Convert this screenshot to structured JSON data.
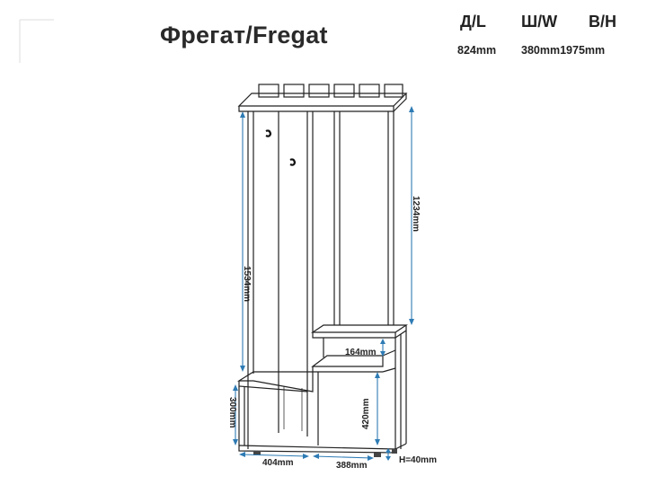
{
  "title": "Фрегат/Fregat",
  "dimensions": {
    "length_label": "Д/L",
    "width_label": "Ш/W",
    "height_label": "В/Н",
    "length_value": "824mm",
    "width_height_value": "380mm1975mm"
  },
  "annotations": {
    "total_height_left": "1534mm",
    "upper_height_right": "1234mm",
    "shelf_gap": "164mm",
    "lower_cabinet_height": "420mm",
    "bench_height": "300mm",
    "bench_width": "404mm",
    "cabinet_width": "388mm",
    "leg_height": "H=40mm"
  },
  "colors": {
    "dimension_lines": "#2e7bb4",
    "outline": "#222222"
  }
}
